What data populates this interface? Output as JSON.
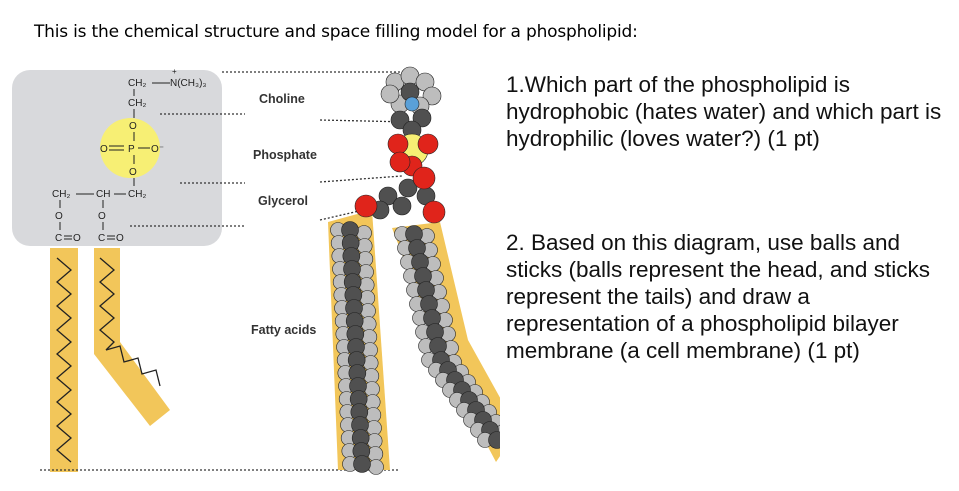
{
  "title": "This is the chemical structure and space filling model for a phospholipid:",
  "labels": {
    "choline": "Choline",
    "phosphate": "Phosphate",
    "glycerol": "Glycerol",
    "fatty_acids": "Fatty acids"
  },
  "chem": {
    "ch2_top": "CH₂",
    "n_group": "N(CH₃)₃",
    "n_plus": "+",
    "ch2_second": "CH₂",
    "o_top": "O",
    "p_o_eq": "O",
    "p": "P",
    "o_minus": "O⁻",
    "o_bottom": "O",
    "ch2_left": "CH₂",
    "ch_mid": "CH",
    "ch2_right": "CH₂",
    "o_left": "O",
    "o_right": "O",
    "c_left": "C",
    "o_eq_left": "O",
    "c_right": "C",
    "o_eq_right": "O"
  },
  "questions": {
    "q1": "1.Which part of the phospholipid is hydrophobic (hates water) and which part is hydrophilic (loves water?) (1 pt)",
    "q2": "2. Based on this diagram, use balls and sticks (balls represent the head, and sticks represent the tails) and draw a representation of a phospholipid bilayer membrane (a cell membrane) (1 pt)"
  },
  "colors": {
    "panel": "#d8d9dc",
    "tail": "#f2c65a",
    "phosphate_circle": "#f7ef74",
    "oxygen": "#e0241b",
    "carbon": "#505050",
    "hydrogen": "#bdbdbd",
    "nitrogen": "#5aa0d8"
  }
}
